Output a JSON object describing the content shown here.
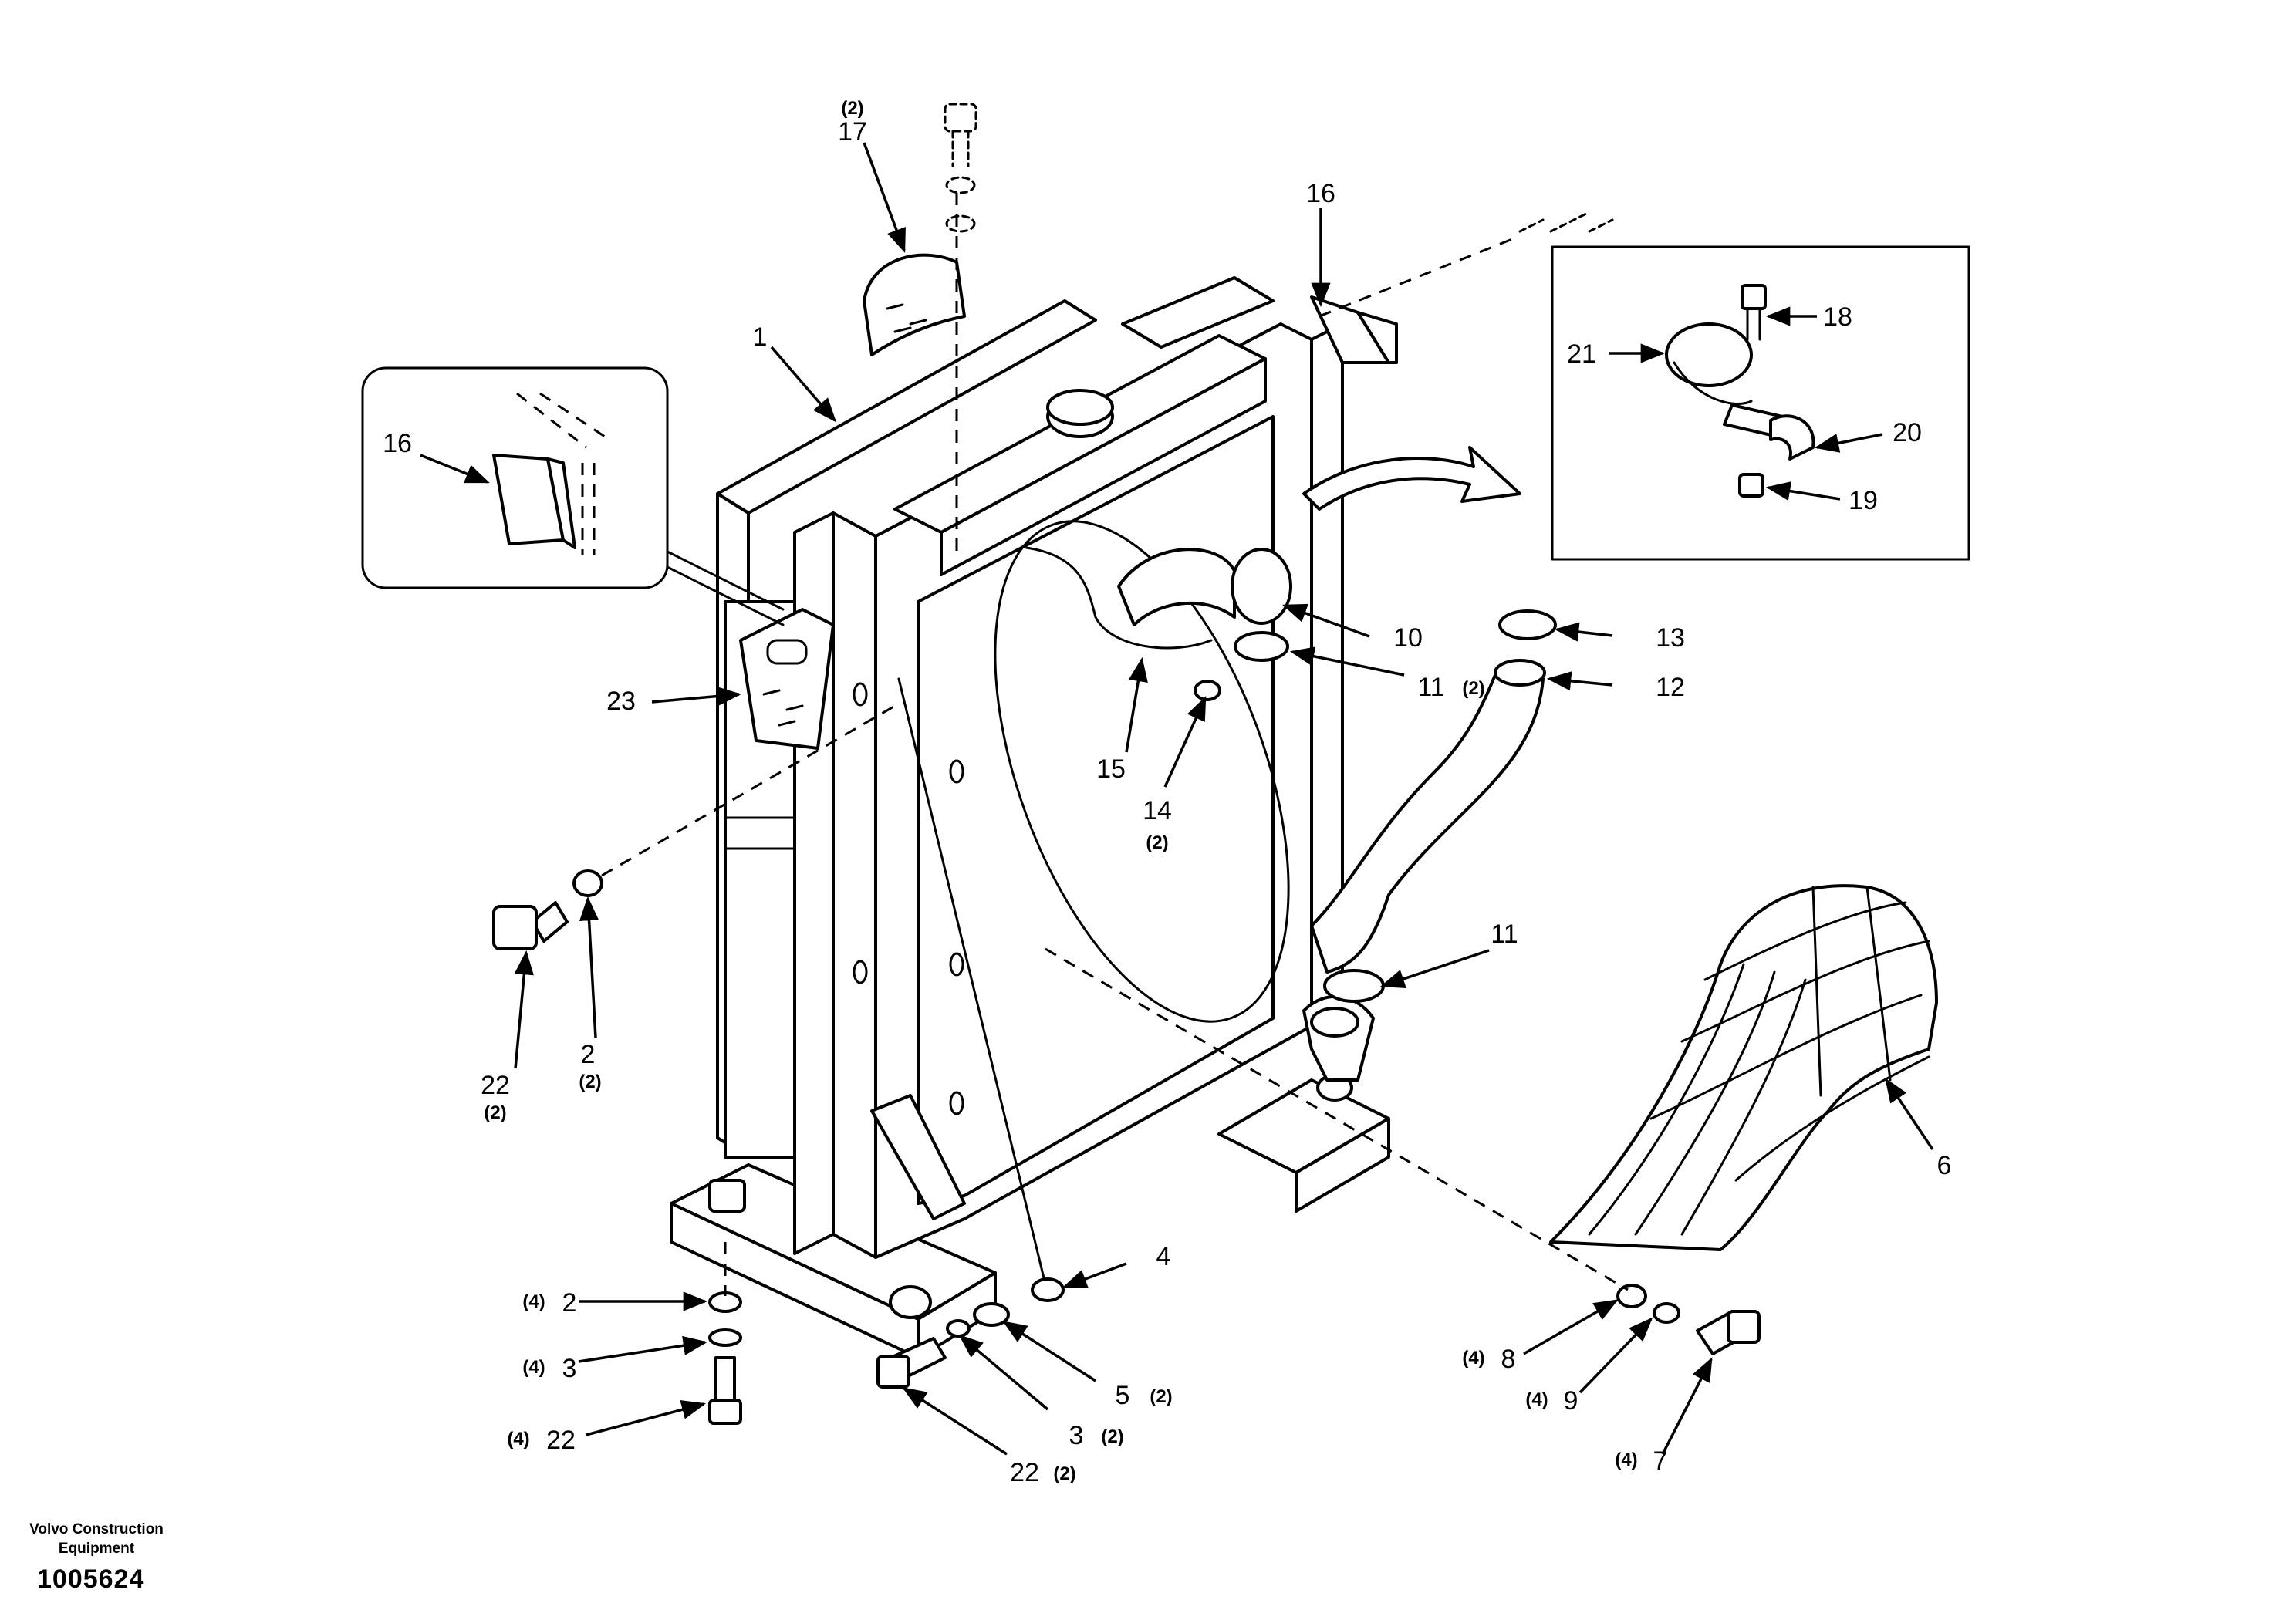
{
  "footer": {
    "company_line1": "Volvo Construction",
    "company_line2": "Equipment",
    "drawing_number": "1005624"
  },
  "callouts": {
    "c1": {
      "label": "1"
    },
    "c2a": {
      "label": "2",
      "qty": "(2)"
    },
    "c2b": {
      "label": "2",
      "qty": "(4)"
    },
    "c3a": {
      "label": "3",
      "qty": "(4)"
    },
    "c3b": {
      "label": "3",
      "qty": "(2)"
    },
    "c4": {
      "label": "4"
    },
    "c5": {
      "label": "5",
      "qty": "(2)"
    },
    "c6": {
      "label": "6"
    },
    "c7": {
      "label": "7",
      "qty": "(4)"
    },
    "c8": {
      "label": "8",
      "qty": "(4)"
    },
    "c9": {
      "label": "9",
      "qty": "(4)"
    },
    "c10": {
      "label": "10"
    },
    "c11a": {
      "label": "11",
      "qty": "(2)"
    },
    "c11b": {
      "label": "11"
    },
    "c12": {
      "label": "12"
    },
    "c13": {
      "label": "13"
    },
    "c14": {
      "label": "14",
      "qty": "(2)"
    },
    "c15": {
      "label": "15"
    },
    "c16a": {
      "label": "16"
    },
    "c16b": {
      "label": "16"
    },
    "c17": {
      "label": "17",
      "qty": "(2)"
    },
    "c18": {
      "label": "18"
    },
    "c19": {
      "label": "19"
    },
    "c20": {
      "label": "20"
    },
    "c21": {
      "label": "21"
    },
    "c22a": {
      "label": "22",
      "qty": "(2)"
    },
    "c22b": {
      "label": "22",
      "qty": "(4)"
    },
    "c22c": {
      "label": "22",
      "qty": "(2)"
    },
    "c23": {
      "label": "23"
    }
  }
}
